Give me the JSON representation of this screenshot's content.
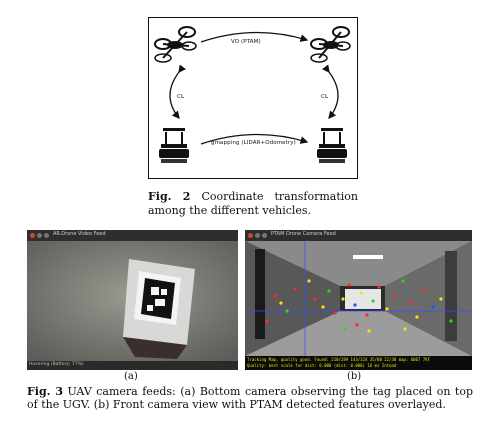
{
  "figure2": {
    "labels": {
      "vo": "VO (PTAM)",
      "cl_left": "CL",
      "cl_right": "CL",
      "gmapping": "gmapping (LIDAR+Odometry)"
    },
    "caption_label": "Fig.   2",
    "caption_text": "Coordinate transformation among the different vehicles."
  },
  "figure3": {
    "left_window": {
      "title": "AR.Drone Video Feed",
      "status": "Hovering (Battery: 77%)"
    },
    "right_window": {
      "title": "PTAM Drone Camera Feed",
      "tracking_line1": "Tracking Map, quality good. Found: 210/289 143/324 35/88 22/38 map: 6067 7KF",
      "tracking_line2": "Quality: best        scale for dist: 0.000        (dist: 0.000)    16 ms Intead"
    },
    "sublabel_a": "(a)",
    "sublabel_b": "(b)",
    "caption_label": "Fig. 3",
    "caption_text": "UAV camera feeds: (a) Bottom camera observing the tag placed on top of the UGV. (b) Front camera view with PTAM detected features overlayed."
  },
  "colors": {
    "close_red": "#d9442e",
    "feature_red": "#ff2a2a",
    "feature_yellow": "#ffe000",
    "feature_green": "#2fd22f",
    "feature_blue": "#2a4cff"
  }
}
